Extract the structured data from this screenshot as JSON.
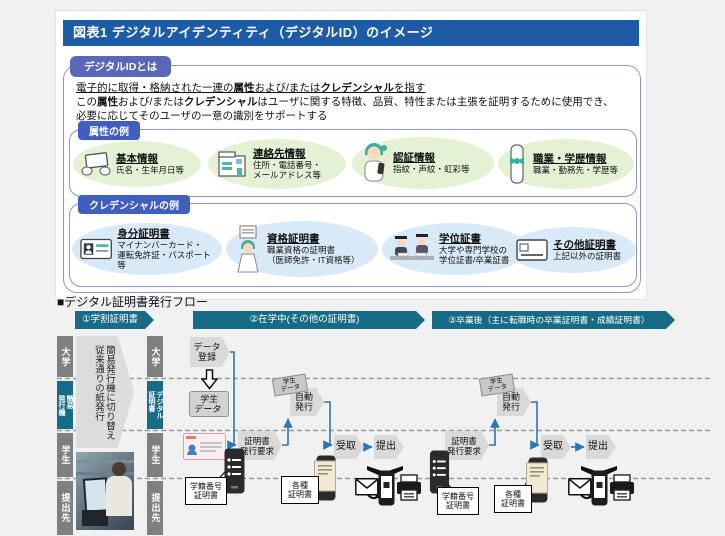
{
  "figure": {
    "title": "図表1 デジタルアイデンティティ（デジタルID）のイメージ",
    "definition_badge": "デジタルIDとは",
    "definition_lines": [
      {
        "underline": true,
        "segments": [
          {
            "t": "電子的に取得・格納された一連の",
            "b": false
          },
          {
            "t": "属性",
            "b": true
          },
          {
            "t": "および/または",
            "b": false
          },
          {
            "t": "クレデンシャル",
            "b": true
          },
          {
            "t": "を指す",
            "b": false
          }
        ]
      },
      {
        "underline": false,
        "segments": [
          {
            "t": "この",
            "b": false
          },
          {
            "t": "属性",
            "b": true
          },
          {
            "t": "および/または",
            "b": false
          },
          {
            "t": "クレデンシャル",
            "b": true
          },
          {
            "t": "はユーザに関する特徴、品質、特性または主張を証明するために使用でき、",
            "b": false
          }
        ]
      },
      {
        "underline": false,
        "segments": [
          {
            "t": "必要に応じてそのユーザの一意の識別をサポートする",
            "b": false
          }
        ]
      }
    ],
    "attributes": {
      "badge": "属性の例",
      "items": [
        {
          "icon": "hands-card-icon",
          "title": "基本情報",
          "desc": "氏名・生年月日等"
        },
        {
          "icon": "building-icon",
          "title": "連絡先情報",
          "desc": "住所・電話番号・\nメールアドレス等"
        },
        {
          "icon": "person-auth-icon",
          "title": "認証情報",
          "desc": "指紋・声紋・虹彩等"
        },
        {
          "icon": "diploma-icon",
          "title": "職業・学歴情報",
          "desc": "職業・勤務先・学歴等"
        }
      ]
    },
    "credentials": {
      "badge": "クレデンシャルの例",
      "items": [
        {
          "icon": "id-card-icon",
          "title": "身分証明書",
          "desc": "マイナンバーカード・\n運転免許証・パスポート等"
        },
        {
          "icon": "license-person-icon",
          "title": "資格証明書",
          "desc": "職業資格の証明書\n（医師免許・IT資格等）"
        },
        {
          "icon": "graduates-icon",
          "title": "学位証書",
          "desc": "大学や専門学校の\n学位証書/卒業証書"
        },
        {
          "icon": "other-card-icon",
          "title": "その他証明書",
          "desc": "上記以外の証明書"
        }
      ]
    }
  },
  "flow": {
    "title": "■デジタル証明書発行フロー",
    "phases": [
      {
        "label": "①学割証明書"
      },
      {
        "label": "②在学中(その他の証明書)"
      },
      {
        "label": "③卒業後（主に転職時の卒業証明書・成績証明書）"
      }
    ],
    "lanes_left": [
      "大学",
      "簡易\n発行機",
      "学生",
      "提出先"
    ],
    "lanes_right": [
      "大学",
      "デジタル\n証明書",
      "学生",
      "提出先"
    ],
    "legacy_note": "簡易発行機に切り替え\n従来通りの紙発行",
    "nodes": {
      "data_register": "データ\n登録",
      "student_data": "学生\nデータ",
      "student_data_small": "学生\nデータ",
      "issue_request": "証明書\n発行要求",
      "auto_issue": "自動\n発行",
      "receive": "受取",
      "submit": "提出"
    },
    "callouts": {
      "student_id_cert": "学籍番号\n証明書",
      "various_certs": "各種\n証明書"
    }
  },
  "icons": {
    "hands-card-icon": "hands holding a card",
    "building-icon": "office building",
    "person-auth-icon": "person with phone (biometrics)",
    "diploma-icon": "rolled diploma with ribbon",
    "id-card-icon": "identity card",
    "license-person-icon": "person holding certificate",
    "graduates-icon": "graduates at desk",
    "other-card-icon": "generic card",
    "student-card-icon": "student ID card",
    "smartphone-icon": "smartphone with list",
    "certificate-phone-icon": "smartphone showing certificate",
    "mail-icon": "envelope",
    "qr-phone-icon": "smartphone with code",
    "printer-icon": "printer",
    "kiosk-photo": "photo of student using issuing kiosk",
    "down-arrow-icon": "white block arrow down",
    "submit-arrow-icon": "black chevron down"
  },
  "colors": {
    "title_bar": "#1d5ba6",
    "definition_badge": "#5a67b8",
    "section_badge": "#3f5ec0",
    "phase_arrow": "#166c86",
    "lane_gray": "#7f7f7f",
    "lane_teal": "#166c86",
    "connector_blue": "#2e75b6",
    "attribute_ellipse": "#e4f1d5",
    "credential_ellipse": "#d8eaf8"
  }
}
